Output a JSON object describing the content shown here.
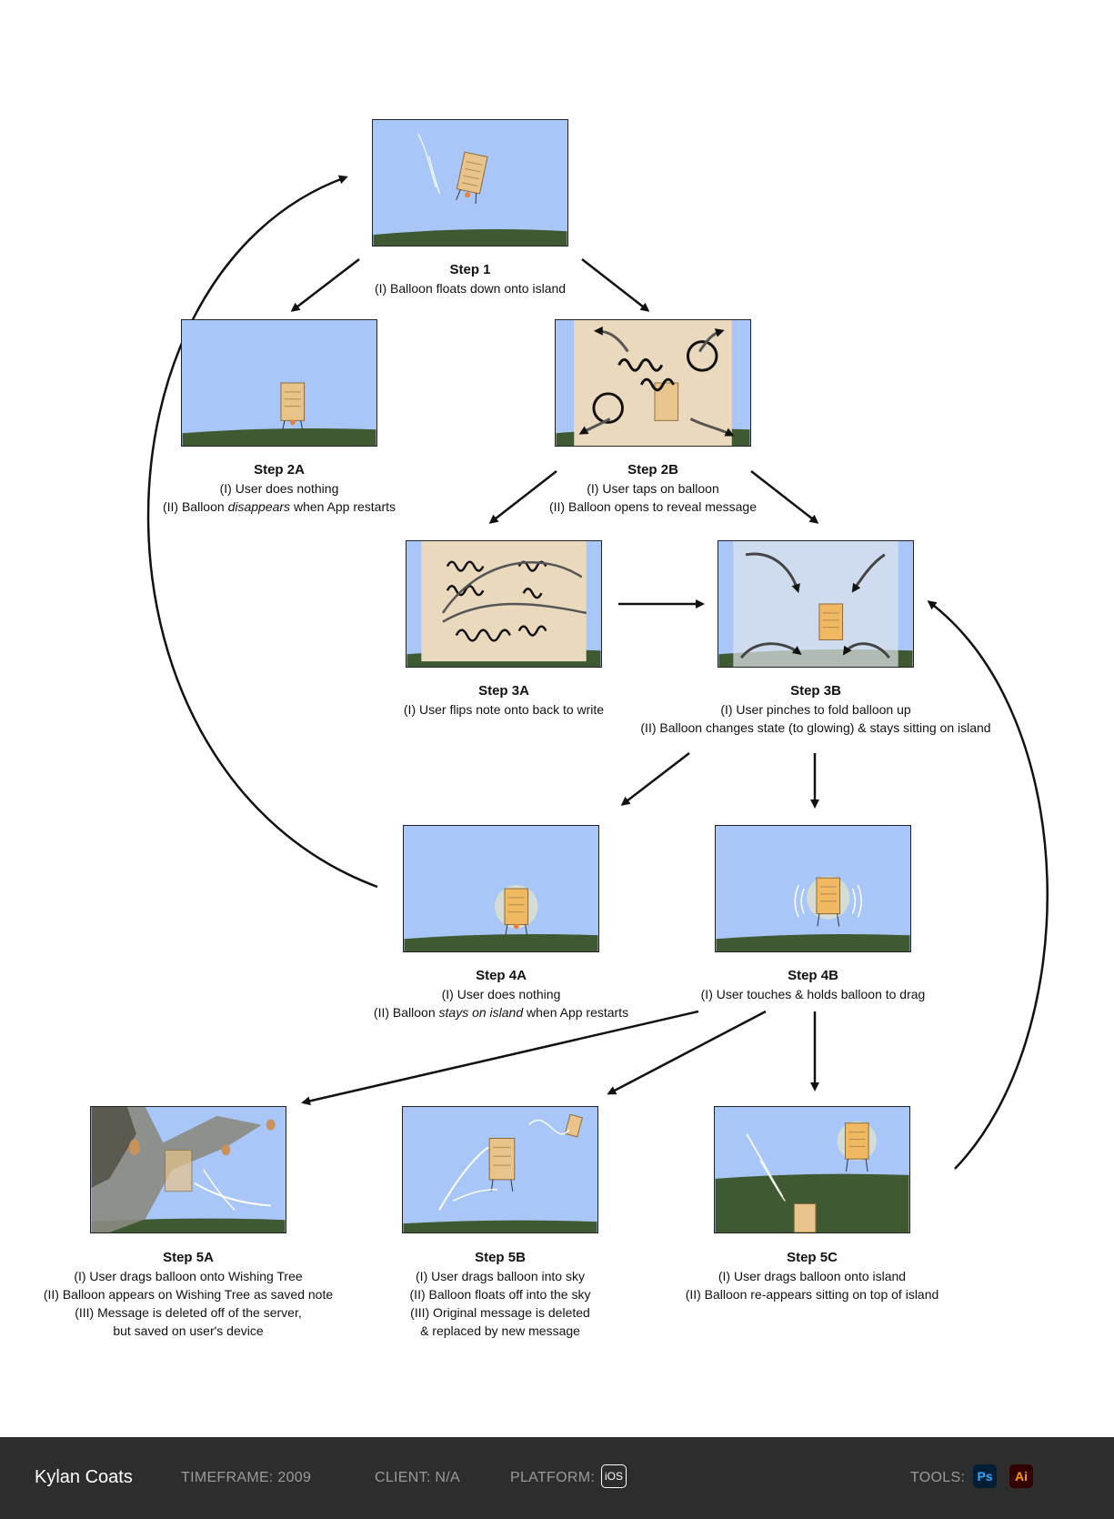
{
  "steps": {
    "s1": {
      "title": "Step 1",
      "lines": [
        "(I) Balloon floats down onto island"
      ]
    },
    "s2a": {
      "title": "Step 2A",
      "lines": [
        "(I) User does nothing",
        "(II) Balloon ",
        "disappears",
        " when  App restarts"
      ]
    },
    "s2b": {
      "title": "Step 2B",
      "lines": [
        "(I) User taps on balloon",
        "(II) Balloon opens to reveal message"
      ]
    },
    "s3a": {
      "title": "Step 3A",
      "lines": [
        "(I) User flips note onto back to write"
      ]
    },
    "s3b": {
      "title": "Step 3B",
      "lines": [
        "(I) User pinches to fold balloon up",
        "(II) Balloon changes state (to glowing) & stays sitting on island"
      ]
    },
    "s4a": {
      "title": "Step 4A",
      "lines": [
        "(I) User does nothing",
        "(II) Balloon ",
        "stays on island",
        " when App restarts"
      ]
    },
    "s4b": {
      "title": "Step 4B",
      "lines": [
        "(I) User touches & holds balloon to drag"
      ]
    },
    "s5a": {
      "title": "Step 5A",
      "lines": [
        "(I) User drags balloon onto Wishing Tree",
        "(II) Balloon appears on Wishing Tree as saved note",
        "(III) Message is deleted off of the server,",
        "but saved on user's device"
      ]
    },
    "s5b": {
      "title": "Step 5B",
      "lines": [
        "(I) User drags balloon into sky",
        "(II) Balloon floats off into the sky",
        "(III) Original message is deleted",
        "& replaced by new message"
      ]
    },
    "s5c": {
      "title": "Step 5C",
      "lines": [
        "(I) User drags balloon onto island",
        "(II) Balloon re-appears sitting on top of island"
      ]
    }
  },
  "footer": {
    "name": "Kylan Coats",
    "timeframe": "TIMEFRAME: 2009",
    "client": "CLIENT: N/A",
    "platform": "PLATFORM:",
    "platform_icon": "iOS",
    "tools": "TOOLS:",
    "tool_ps": "Ps",
    "tool_ai": "Ai"
  },
  "colors": {
    "sky": "#a8c6f7",
    "ground": "#3f5a33",
    "footer": "#2d2d2d",
    "balloon": "#e8c48a"
  }
}
